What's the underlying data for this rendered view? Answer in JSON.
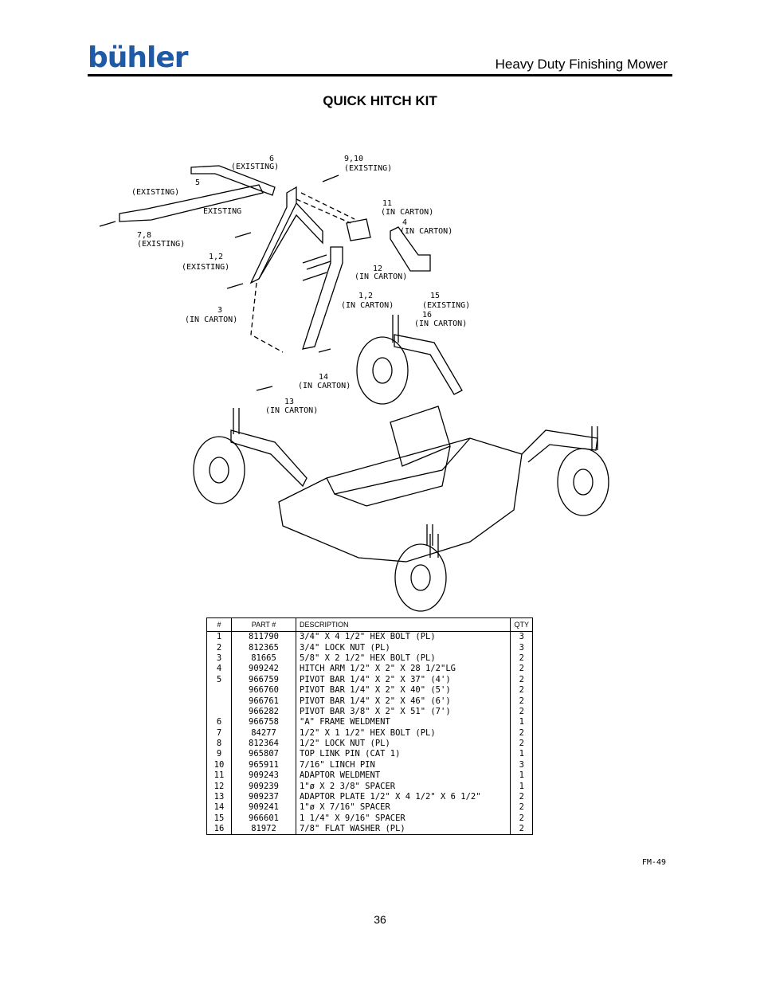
{
  "header": {
    "logo_text": "bühler",
    "doc_title": "Heavy Duty Finishing Mower",
    "brand_color": "#1f5aa6"
  },
  "section_title": "QUICK HITCH KIT",
  "callouts": [
    {
      "id": "c6",
      "lines": [
        "6",
        "(EXISTING)"
      ]
    },
    {
      "id": "c910",
      "lines": [
        "9,10",
        "(EXISTING)"
      ]
    },
    {
      "id": "c5",
      "lines": [
        "5",
        "(EXISTING)"
      ]
    },
    {
      "id": "cex",
      "lines": [
        "EXISTING"
      ]
    },
    {
      "id": "c11",
      "lines": [
        "11",
        "(IN CARTON)"
      ]
    },
    {
      "id": "c4",
      "lines": [
        "4",
        "(IN CARTON)"
      ]
    },
    {
      "id": "c78",
      "lines": [
        "7,8",
        "(EXISTING)"
      ]
    },
    {
      "id": "c12a",
      "lines": [
        "1,2",
        "(EXISTING)"
      ]
    },
    {
      "id": "c12",
      "lines": [
        "12",
        "(IN CARTON)"
      ]
    },
    {
      "id": "c3",
      "lines": [
        "3",
        "(IN CARTON)"
      ]
    },
    {
      "id": "c12b",
      "lines": [
        "1,2",
        "(IN CARTON)"
      ]
    },
    {
      "id": "c15",
      "lines": [
        "15",
        "(EXISTING)"
      ]
    },
    {
      "id": "c16",
      "lines": [
        "16",
        "(IN CARTON)"
      ]
    },
    {
      "id": "c14",
      "lines": [
        "14",
        "(IN CARTON)"
      ]
    },
    {
      "id": "c13",
      "lines": [
        "13",
        "(IN CARTON)"
      ]
    }
  ],
  "parts_table": {
    "headers": [
      "#",
      "PART #",
      "DESCRIPTION",
      "QTY"
    ],
    "rows": [
      [
        "1",
        "811790",
        "3/4\" X 4 1/2\" HEX BOLT (PL)",
        "3"
      ],
      [
        "2",
        "812365",
        "3/4\" LOCK NUT (PL)",
        "3"
      ],
      [
        "3",
        "81665",
        "5/8\" X 2 1/2\" HEX BOLT (PL)",
        "2"
      ],
      [
        "4",
        "909242",
        "HITCH ARM 1/2\" X 2\" X 28 1/2\"LG",
        "2"
      ],
      [
        "5",
        "966759",
        "PIVOT BAR 1/4\" X 2\" X 37\" (4')",
        "2"
      ],
      [
        "",
        "966760",
        "PIVOT BAR 1/4\" X 2\" X 40\" (5')",
        "2"
      ],
      [
        "",
        "966761",
        "PIVOT BAR 1/4\" X 2\" X 46\" (6')",
        "2"
      ],
      [
        "",
        "966282",
        "PIVOT BAR 3/8\" X 2\" X 51\" (7')",
        "2"
      ],
      [
        "6",
        "966758",
        "\"A\" FRAME WELDMENT",
        "1"
      ],
      [
        "7",
        "84277",
        "1/2\" X 1 1/2\" HEX BOLT (PL)",
        "2"
      ],
      [
        "8",
        "812364",
        "1/2\" LOCK NUT (PL)",
        "2"
      ],
      [
        "9",
        "965807",
        "TOP LINK PIN (CAT 1)",
        "1"
      ],
      [
        "10",
        "965911",
        "7/16\" LINCH PIN",
        "3"
      ],
      [
        "11",
        "909243",
        "ADAPTOR WELDMENT",
        "1"
      ],
      [
        "12",
        "909239",
        "1\"ø X 2 3/8\" SPACER",
        "1"
      ],
      [
        "13",
        "909237",
        "ADAPTOR PLATE 1/2\" X 4 1/2\" X 6 1/2\"",
        "2"
      ],
      [
        "14",
        "909241",
        "1\"ø X 7/16\" SPACER",
        "2"
      ],
      [
        "15",
        "966601",
        "1 1/4\" X 9/16\" SPACER",
        "2"
      ],
      [
        "16",
        "81972",
        "7/8\" FLAT WASHER (PL)",
        "2"
      ]
    ]
  },
  "figure_code": "FM-49",
  "page_number": "36"
}
